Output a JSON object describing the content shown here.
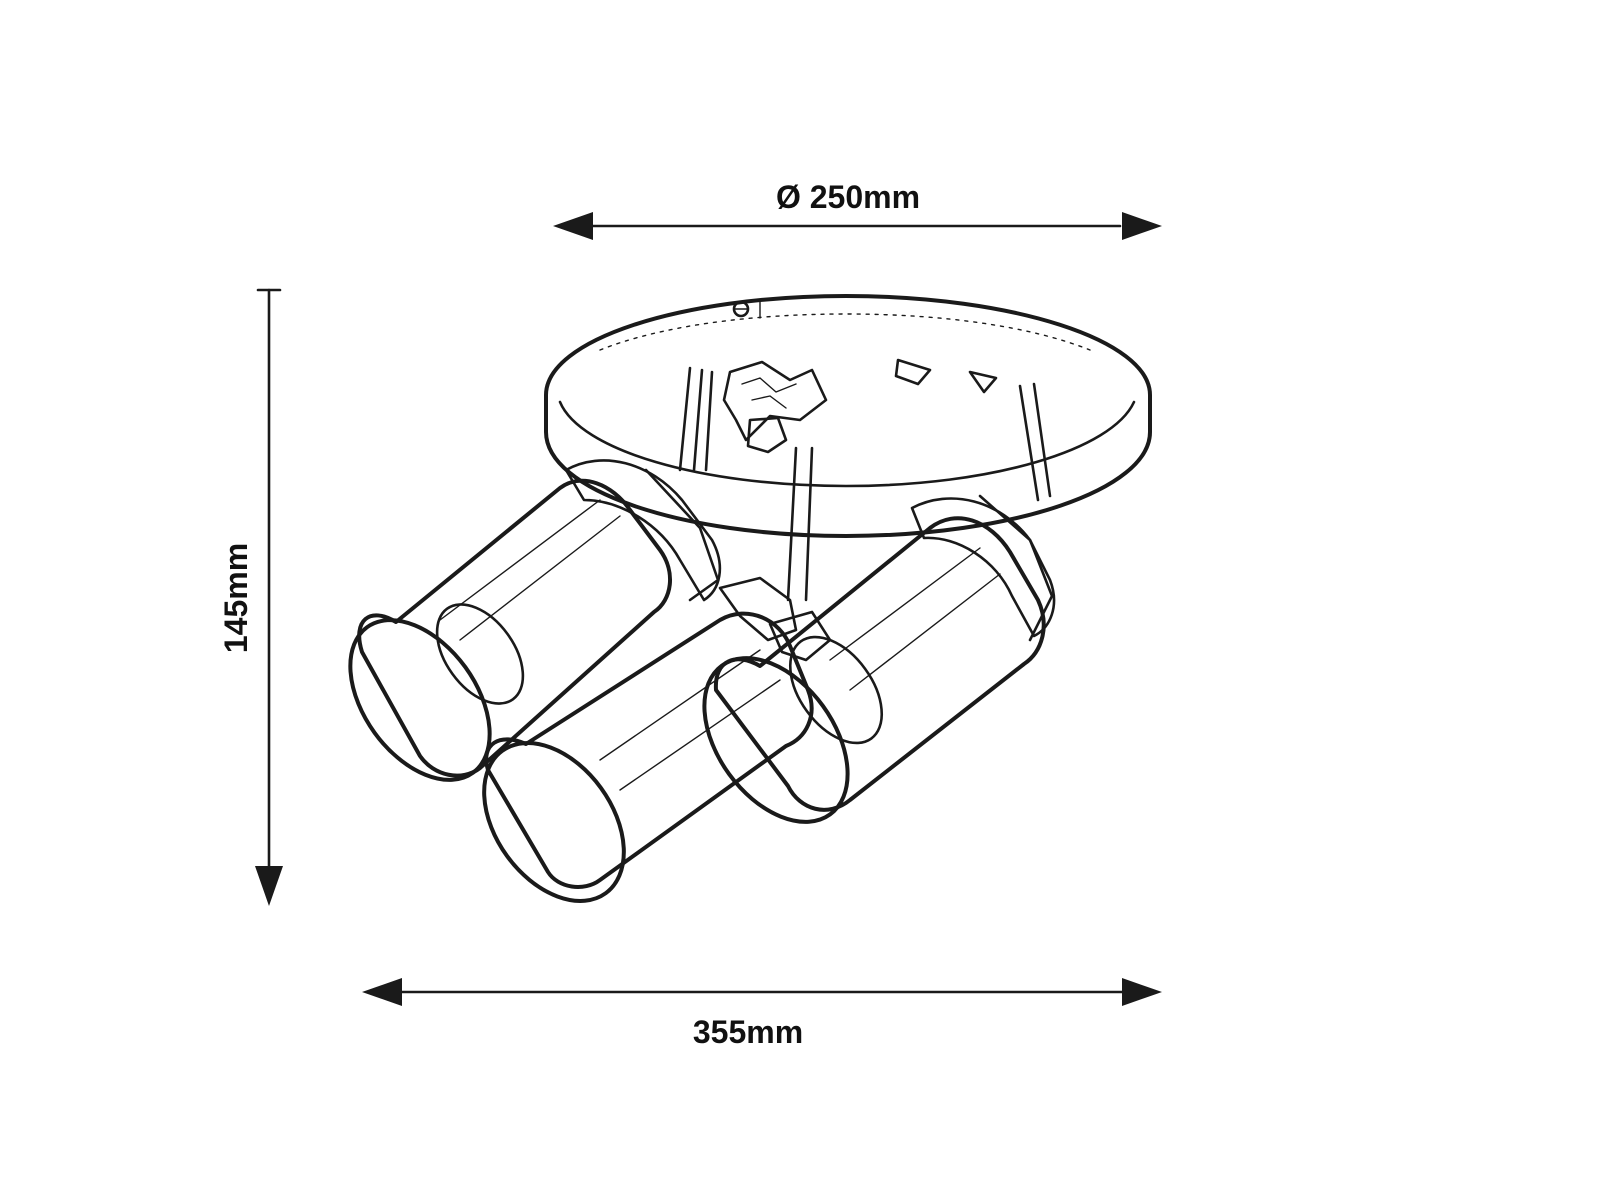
{
  "dimensions": {
    "diameter": "Ø 250mm",
    "height": "145mm",
    "width": "355mm"
  },
  "colors": {
    "ink": "#1a1a1a",
    "background": "#ffffff"
  }
}
